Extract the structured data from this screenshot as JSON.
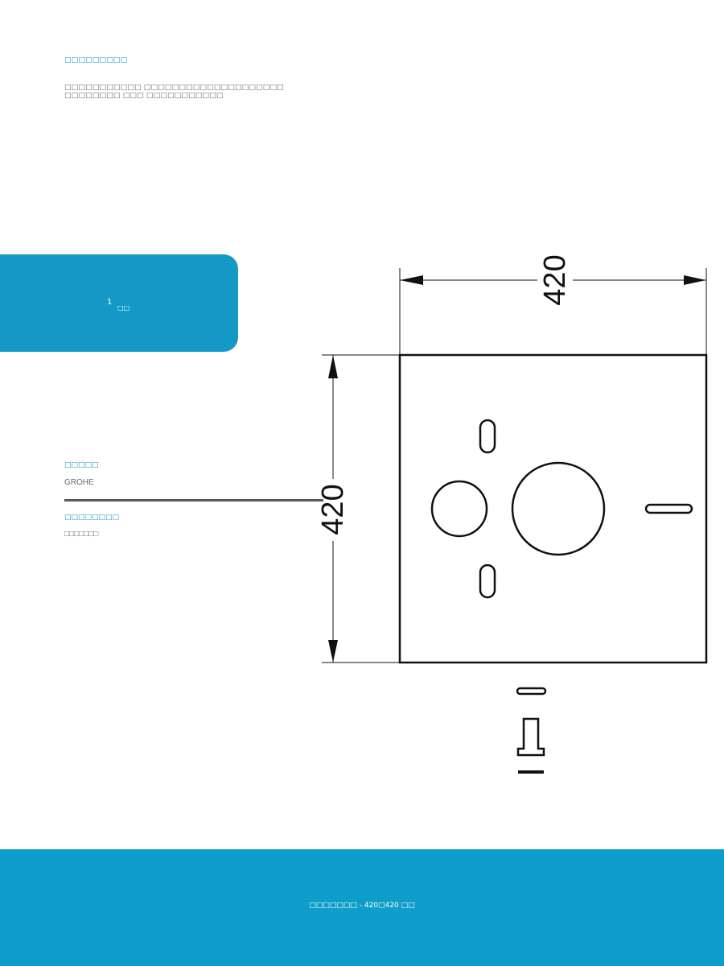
{
  "header": {
    "title": "□□□□□□□□□",
    "description": "□□□□□□□□□□□ □□□□□□□□□□□□□□□□□□□□ □□□□□□□□ □□□ □□□□□□□□□□□"
  },
  "badge": {
    "number": "1",
    "unit": "□□"
  },
  "info": {
    "brand_label": "□□□□□",
    "brand_value": "GROHE",
    "material_label": "□□□□□□□□",
    "material_value": "□□□□□□□"
  },
  "drawing": {
    "width_dimension": "420",
    "height_dimension": "420"
  },
  "footer": {
    "text": "□□□□□□□ - 420□420 □□"
  },
  "colors": {
    "accent": "#1499c6",
    "footer": "#0e9ec9"
  }
}
